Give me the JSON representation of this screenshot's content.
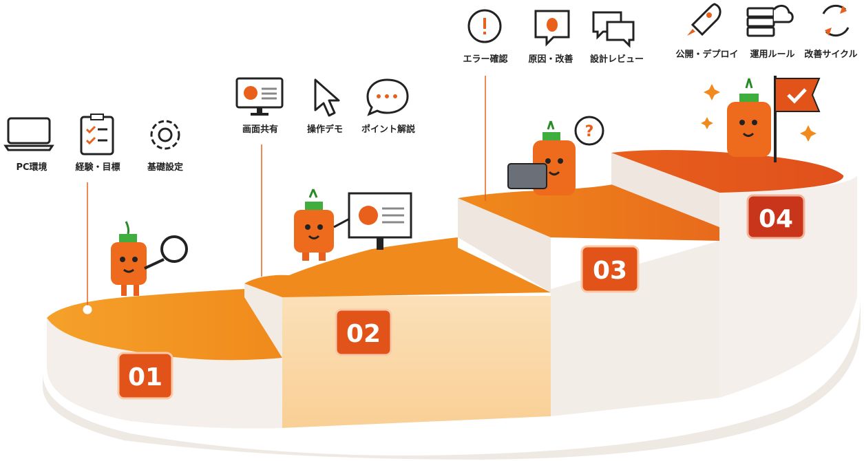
{
  "steps": [
    {
      "number": "01",
      "items": [
        {
          "label": "PC環境",
          "icon": "laptop-icon"
        },
        {
          "label": "経験・目標",
          "icon": "clipboard-checklist-icon"
        },
        {
          "label": "基礎設定",
          "icon": "gear-icon"
        }
      ]
    },
    {
      "number": "02",
      "items": [
        {
          "label": "画面共有",
          "icon": "monitor-chart-icon"
        },
        {
          "label": "操作デモ",
          "icon": "cursor-arrow-icon"
        },
        {
          "label": "ポイント解説",
          "icon": "speech-bubble-icon"
        }
      ]
    },
    {
      "number": "03",
      "items": [
        {
          "label": "エラー確認",
          "icon": "exclamation-circle-icon"
        },
        {
          "label": "原因・改善",
          "icon": "bug-icon"
        },
        {
          "label": "設計レビュー",
          "icon": "chat-bubbles-icon"
        }
      ]
    },
    {
      "number": "04",
      "items": [
        {
          "label": "公開・デプロイ",
          "icon": "rocket-icon"
        },
        {
          "label": "運用ルール",
          "icon": "server-cloud-icon"
        },
        {
          "label": "改善サイクル",
          "icon": "cycle-arrows-icon"
        }
      ]
    }
  ],
  "colors": {
    "accent": "#f08a1c",
    "accent_dark": "#e0561c",
    "badge": "#e2531a",
    "stone": "#f4efea",
    "text": "#222222"
  }
}
